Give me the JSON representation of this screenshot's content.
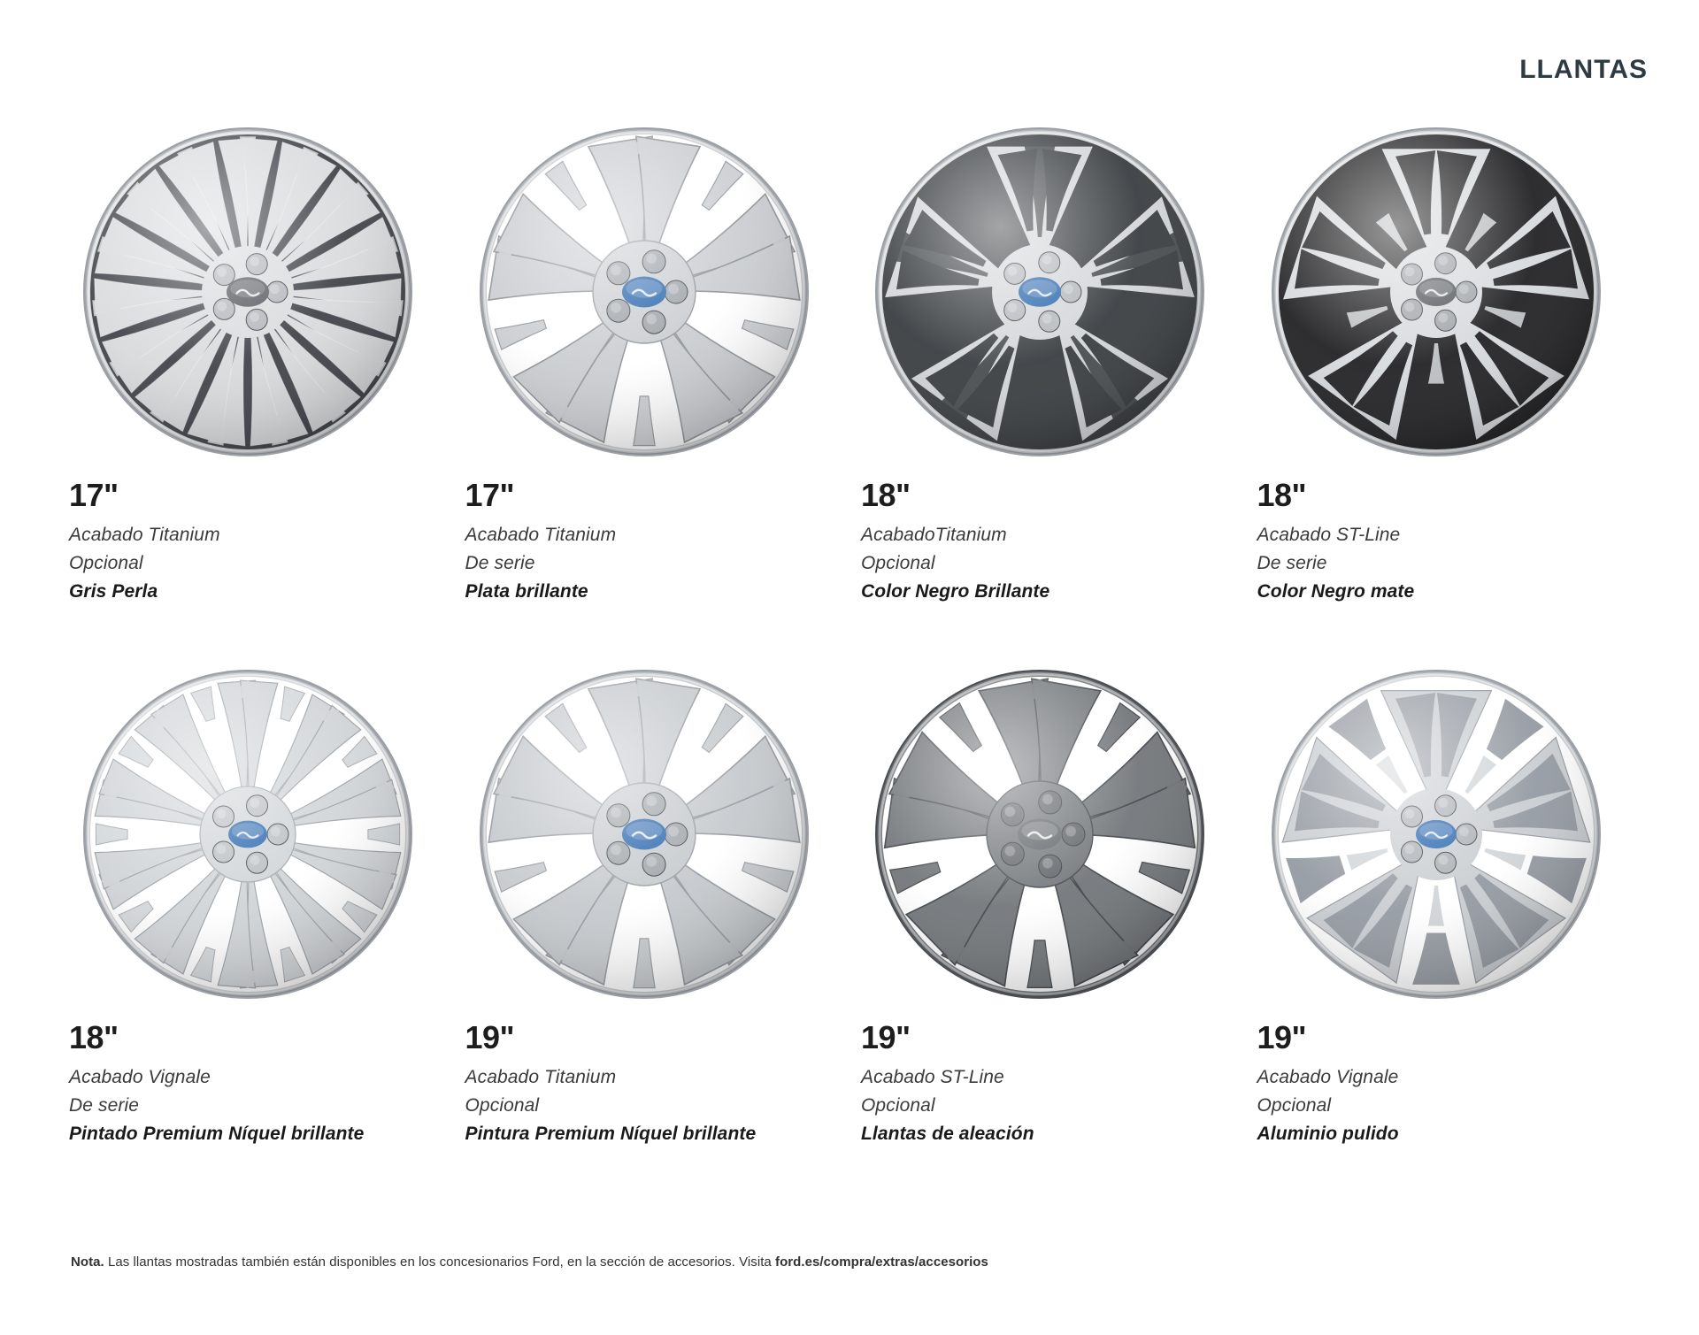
{
  "header": {
    "title": "LLANTAS"
  },
  "wheels": [
    {
      "size": "17\"",
      "trim": "Acabado Titanium",
      "availability": "Opcional",
      "finish": "Gris Perla",
      "icon": "wheel-17-gris-perla-icon",
      "style": "multi-spoke-dark",
      "face_color": "#d8dadc",
      "recess_color": "#3b3f44",
      "cap_color": "#4a4f55"
    },
    {
      "size": "17\"",
      "trim": "Acabado Titanium",
      "availability": "De serie",
      "finish": "Plata brillante",
      "icon": "wheel-17-plata-brillante-icon",
      "style": "five-double-spoke-silver",
      "face_color": "#c9ccd0",
      "recess_color": "#8e9296",
      "cap_color": "#1f5fa9"
    },
    {
      "size": "18\"",
      "trim": "AcabadoTitanium",
      "availability": "Opcional",
      "finish": "Color Negro Brillante",
      "icon": "wheel-18-negro-brillante-icon",
      "style": "five-y-spoke-black-machined",
      "face_color": "#d2d5d8",
      "recess_color": "#34383c",
      "cap_color": "#1f5fa9"
    },
    {
      "size": "18\"",
      "trim": "Acabado ST-Line",
      "availability": "De serie",
      "finish": "Color Negro mate",
      "icon": "wheel-18-negro-mate-icon",
      "style": "ten-spoke-black-machined",
      "face_color": "#d6d9dc",
      "recess_color": "#1c1c1e",
      "cap_color": "#4a4f55"
    },
    {
      "size": "18\"",
      "trim": "Acabado Vignale",
      "availability": "De serie",
      "finish": "Pintado Premium Níquel brillante",
      "icon": "wheel-18-niquel-brillante-icon",
      "style": "twenty-thin-spoke-polished",
      "face_color": "#cfd3d6",
      "recess_color": "#9aa0a5",
      "cap_color": "#1f5fa9"
    },
    {
      "size": "19\"",
      "trim": "Acabado Titanium",
      "availability": "Opcional",
      "finish": "Pintura Premium Níquel brillante",
      "icon": "wheel-19-niquel-brillante-icon",
      "style": "five-double-spoke-satin",
      "face_color": "#c4c8cc",
      "recess_color": "#9499a0",
      "cap_color": "#1f5fa9"
    },
    {
      "size": "19\"",
      "trim": "Acabado ST-Line",
      "availability": "Opcional",
      "finish": "Llantas de aleación",
      "icon": "wheel-19-aleacion-icon",
      "style": "five-spoke-dark-satin",
      "face_color": "#6e7276",
      "recess_color": "#4b4f53",
      "cap_color": "#5a5f64"
    },
    {
      "size": "19\"",
      "trim": "Acabado Vignale",
      "availability": "Opcional",
      "finish": "Aluminio pulido",
      "icon": "wheel-19-aluminio-pulido-icon",
      "style": "ten-spoke-polished",
      "face_color": "#c8ccd0",
      "recess_color": "#9298a0",
      "cap_color": "#1f5fa9"
    }
  ],
  "footnote": {
    "label": "Nota.",
    "text": " Las llantas mostradas también están disponibles en los concesionarios Ford, en la sección de accesorios. Visita ",
    "url": "ford.es/compra/extras/accesorios"
  }
}
